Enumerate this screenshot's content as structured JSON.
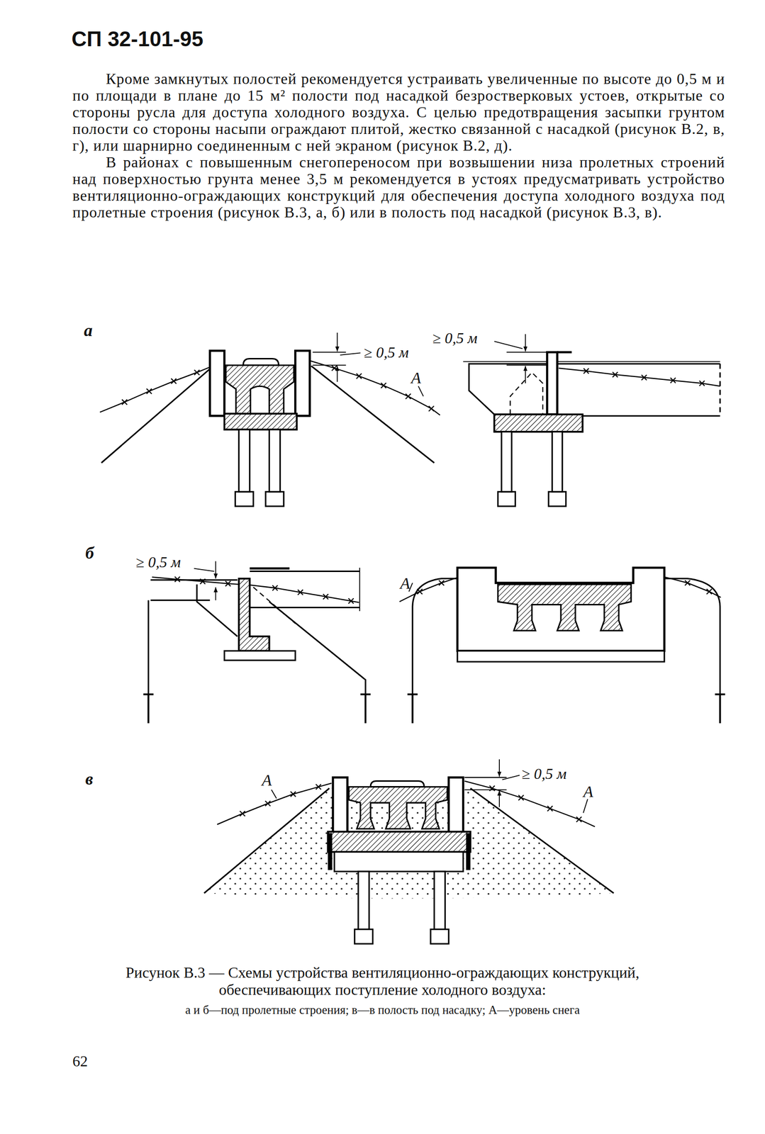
{
  "diagram": {
    "title": "СП 32-101-95",
    "caption": "Рисунок В.3 — Схемы устройства вентиляционно-ограждающих конструкций, обеспечивающих поступление холодного воздуха:",
    "labels": [
      "Кроме замкнутых полостей рекомендуется устраивать увеличенные по высоте до 0,5 м и по площади в плане до 15 м² полости под насадкой безростверковых устоев, открытые со стороны русла для доступа холодного воздуха. С целью предотвращения засыпки грунтом полости со стороны насыпи ограждают плитой, жестко связанной с насадкой (рисунок В.2, в, г), или шарнирно соединенным с ней экраном (рисунок В.2, д).",
      "В районах с повышенным снегопереносом при возвышении низа пролетных строений над поверхностью грунта менее 3,5 м рекомендуется в устоях предусматривать устройство вентиляционно-ограждающих конструкций для обеспечения доступа холодного воздуха под пролетные строения (рисунок В.3, а, б) или в полость под насадкой (рисунок В.3, в).",
      "а",
      "≥ 0,5 м",
      "А",
      "≥ 0,5 м",
      "б",
      "≥ 0,5 м",
      "А",
      "в",
      "А",
      "≥ 0,5 м",
      "А",
      "а и б—под пролетные строения; в—в полость под насадку; А—уровень снега",
      "62"
    ]
  }
}
